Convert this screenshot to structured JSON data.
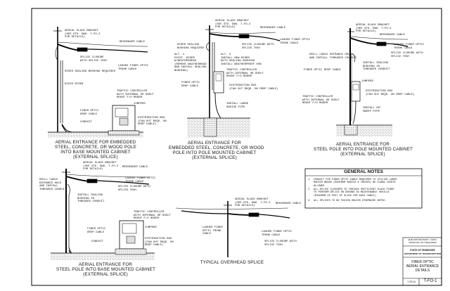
{
  "diagrams": {
    "d1": {
      "caption": "AERIAL ENTRANCE FOR EMBEDDED\nSTEEL, CONCRETE, OR WOOD POLE\nINTO BASE MOUNTED CABINET\n(EXTERNAL SPLICE)",
      "labels": {
        "slack_bracket": "AERIAL SLACK BRACKET\n(SEE STD. DWG. T-FO-2\nFOR DETAILS)",
        "messenger": "MESSENGER CABLE",
        "splice_closure": "SPLICE CLOSURE\nWITH SPLICE TRAY",
        "lashed": "LASHED FIBER OPTIC\nTRUNK CABLE",
        "riser_bushing": "RISER SEALING BUSHING REQUIRED",
        "rigid_riser": "RIGID RISER",
        "traffic_ctrl": "TRAFFIC CONTROLLER\nWITH INTERNAL OR SHELF\nMOUNT F/O MODEM",
        "jumpers": "JUMPERS",
        "drop_cable": "FIBER OPTIC\nDROP CABLE",
        "conduit": "CONDUIT",
        "dist_box": "DISTRIBUTION BOX\n(FAN OUT REQD. ON\nDROP CABLE)"
      }
    },
    "d2": {
      "caption": "AERIAL ENTRANCE FOR\nEMBEDDED STEEL, CONCRETE, OR WOOD\nPOLE INTO POLE MOUNTED CABINET\n(EXTERNAL SPLICE)",
      "labels": {
        "slack_bracket": "AERIAL SLACK BRACKET\n(SEE STD. DWG. T-FO-2\nFOR DETAILS)",
        "messenger": "MESSENGER CABLE",
        "lashed": "LASHED FIBER OPTIC\nTRUNK CABLE",
        "splice_closure": "SPLICE CLOSURE WITH\nSPLICE TRAY",
        "riser_bushing": "RISER SEALING\nBUSHING REQUIRED",
        "alt1": "ALT. 1\nEXIST. RISER\nW/WEATHERHEAD\n(REMOVE WEATHERHEAD\nAND INSTALL SEALING\nBUSHING)",
        "alt2": "ALT. 2\nINSTALL NEW RISER\nWITH SEALING BUSHING",
        "weatherproof": "INSTALL WEATHERPROOF HUB",
        "traffic_ctrl": "TRAFFIC CONTROLLER\nWITH INTERNAL OR SHELF\nMOUNT F/O MODEM",
        "drop_cable": "FIBER OPTIC\nDROP CABLE",
        "dist_box": "DISTRIBUTION BOX\n(FAN OUT REQD. ON DROP CABLE)",
        "radius_pipe": "INSTALL LARGE\nRADIUS PIPE"
      }
    },
    "d3": {
      "caption": "AERIAL ENTRANCE FOR\nSTEEL POLE INTO POLE MOUNTED CABINET\n(EXTERNAL SPLICE)",
      "labels": {
        "slack_bracket": "AERIAL SLACK BRACKET\n(SEE STD. DWG. T-FO-2\nFOR DETAILS)",
        "messenger": "MESSENGER CABLE",
        "lashed": "LASHED FIBER OPTIC\nTRUNK CABLE",
        "splice_closure": "SPLICE CLOSURE WITH\nSPLICE TRAY",
        "drill_hole": "DRILL CABLE ENTRANCE HOLE\nAND INSTALL THREADED CONDUIT",
        "sealing_bushing": "INSTALL SEALING\nBUSHING IN\nTHREADED CONDUIT",
        "drop_cable": "FIBER OPTIC DROP CABLE",
        "jumpers": "JUMPERS",
        "dist_box": "DISTRIBUTION BOX\n(FAN OUT REQD. ON DROP CABLE)",
        "traffic_ctrl": "TRAFFIC CONTROLLER\nWITH INTERNAL OR SHELF\nMOUNT F/O MODEM",
        "sweep_pipe": "INSTALL 90°\nSWEEP PIPE"
      }
    },
    "d4": {
      "caption": "AERIAL ENTRANCE FOR\nSTEEL POLE INTO BASE MOUNTED CABINET\n(EXTERNAL SPLICE)",
      "labels": {
        "slack_bracket": "AERIAL SLACK BRACKET\n(SEE STD. DWG. T-FO-2\nFOR DETAILS)",
        "messenger": "MESSENGER CABLE",
        "drill_hole": "DRILL CABLE\nENTRANCE HOLE\nAND INSTALL\nTHREADED CONDUIT",
        "lashed": "LASHED FIBER OPTIC\nTRUNK CABLE",
        "splice_closure": "SPLICE CLOSURE WITH\nSPLICE TRAY",
        "sealing_bushing": "INSTALL SEALING\nBUSHING IN\nTHREADED CONDUIT",
        "traffic_ctrl": "TRAFFIC CONTROLLER\nWITH INTERNAL OR SHELF\nMOUNT F/O MODEM",
        "jumpers": "JUMPERS",
        "drop_cable": "FIBER OPTIC\nDROP CABLE",
        "conduit": "CONDUIT",
        "dist_box": "DISTRIBUTION BOX\n(FAN OUT REQD. ON\nDROP CABLE)"
      }
    },
    "d5": {
      "caption": "TYPICAL OVERHEAD SPLICE",
      "labels": {
        "slack_bracket": "AERIAL SLACK BRACKET\n(SEE STD. DWG. T-FO-2\nFOR DETAILS)",
        "messenger": "MESSENGER CABLE",
        "lashed_left": "LASHED FIBER\nOPTIC TRUNK\nCABLE",
        "lashed_right": "LASHED FIBER OPTIC\nTRUNK CABLE",
        "splice_closure": "SPLICE CLOSURE WITH\nSPLICE TRAY"
      }
    }
  },
  "general_notes": {
    "title": "GENERAL NOTES",
    "notes": [
      {
        "num": "1",
        "text": "CONDUIT FOR FIBER OPTIC CABLE REQUIRED TO UTILIZE LARGE\nRADIUS BENDS (MINIMUM RADIUS 6 INCHES) NO ELBOW JOINTS\nALLOWED."
      },
      {
        "num": "2",
        "text": "ALL SPLICE CLOSURES TO CONTAIN SUFFICIENT SLACK FIBER\nTO PERFORM SPLICE ON GROUND IN MAINTENANCE VEHICLE\n(MINIMUM 25 FEET OF SLACK FOR EACH CABLE)."
      },
      {
        "num": "3",
        "text": "ALL SPLICES TO BE FUSION UNLESS OTHERWISE NOTED."
      }
    ]
  },
  "title_block": {
    "revision": "■ MAJOR REVISION - FHWA\nAPPROVAL NOT REQUIRED",
    "state": "STATE OF TENNESSEE",
    "department": "DEPARTMENT OF TRANSPORTATION",
    "title": "FIBER OPTIC\nAERIAL ENTRANCE\nDETAILS",
    "date": "7-29-04",
    "drawing_no": "T-FO-1"
  }
}
